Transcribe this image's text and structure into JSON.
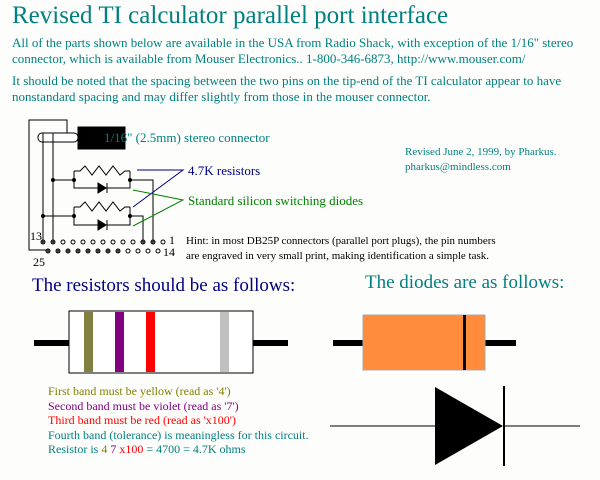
{
  "title": "Revised TI calculator parallel port interface",
  "intro": {
    "line1": "All of the parts shown below are available in the USA from Radio Shack, with exception of the 1/16\" stereo",
    "line2": "connector, which is available from Mouser Electronics.. 1-800-346-6873, http://www.mouser.com/"
  },
  "note": {
    "line1": "It should be noted that the spacing between the two pins on the tip-end of the TI calculator appear to have",
    "line2": "nonstandard spacing and may differ slightly from those in the mouser connector."
  },
  "revision": {
    "line1": "Revised June 2, 1999, by Pharkus.",
    "line2": "pharkus@mindless.com"
  },
  "schematic": {
    "connector_label": "1/16\" (2.5mm) stereo connector",
    "resistors_label": "4.7K resistors",
    "diodes_label": "Standard silicon switching diodes",
    "pin13": "13",
    "pin1": "1",
    "pin14": "14",
    "pin25": "25"
  },
  "hint": {
    "line1": "Hint: in most DB25P connectors (parallel port plugs), the pin numbers",
    "line2": "are engraved in very small print, making identification a simple task."
  },
  "resistor_heading": "The resistors should be as follows:",
  "diode_heading": "The diodes are as follows:",
  "bands": {
    "first": "First band must be yellow (read as '4')",
    "second": "Second band must be violet (read as '7')",
    "third": "Third band must be red (read as 'x100')",
    "fourth": "Fourth band (tolerance) is meaningless for this circuit."
  },
  "result": {
    "prefix": "Resistor is ",
    "d1": "4",
    "d2": " 7",
    "mult": " x100",
    "suffix": " = 4700 = 4.7K ohms"
  },
  "colors": {
    "teal": "#008080",
    "olive": "#808000",
    "purple": "#800080",
    "red": "#ff0000",
    "navy": "#000080",
    "green": "#008000",
    "diode_body": "#ff8c3c"
  }
}
